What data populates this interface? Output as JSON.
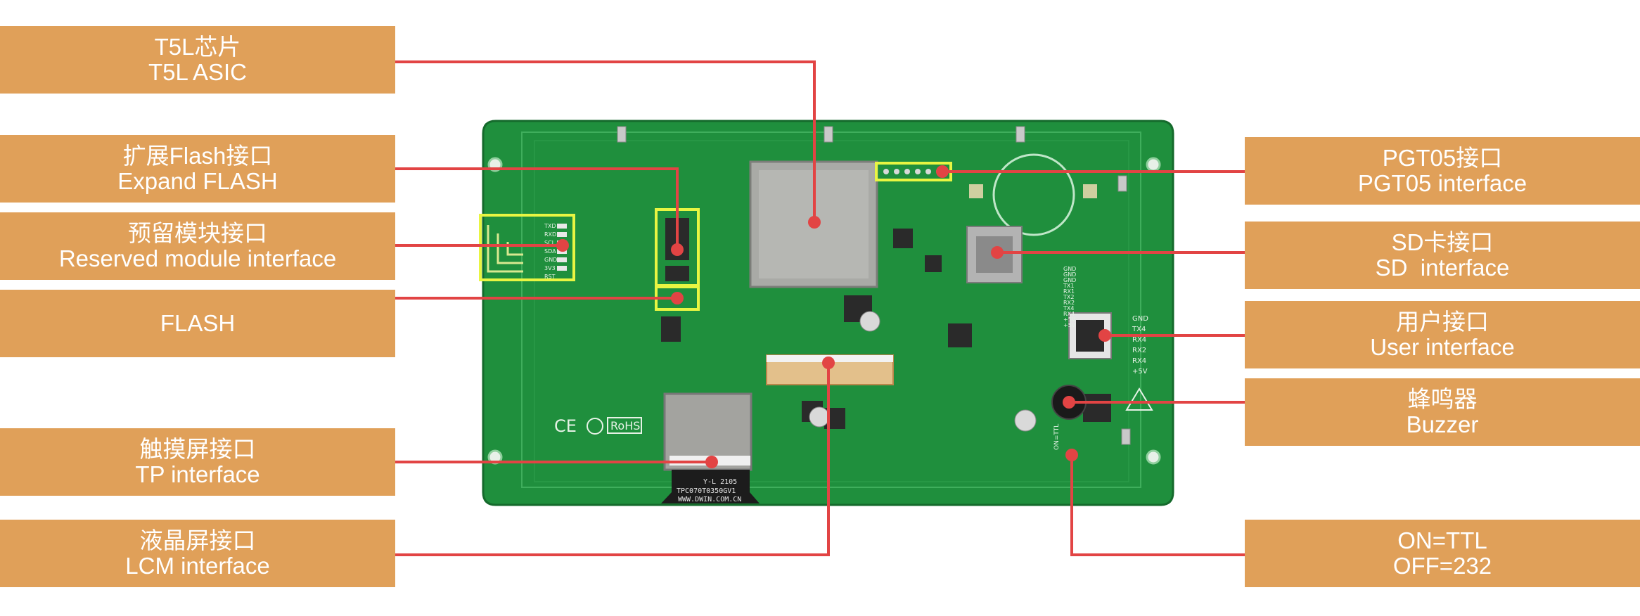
{
  "colors": {
    "label_bg": "#e0a059",
    "label_text": "#ffffff",
    "leader_line": "#e24444",
    "pcb_green": "#1f8f3d",
    "highlight": "#e8f542"
  },
  "labels": {
    "t5l": {
      "zh": "T5L芯片",
      "en": "T5L ASIC"
    },
    "expand_flash": {
      "zh": "扩展Flash接口",
      "en": "Expand FLASH"
    },
    "reserved": {
      "zh": "预留模块接口",
      "en": "Reserved module interface"
    },
    "flash": {
      "zh": "FLASH",
      "en": ""
    },
    "tp": {
      "zh": "触摸屏接口",
      "en": "TP interface"
    },
    "lcm": {
      "zh": "液晶屏接口",
      "en": "LCM interface"
    },
    "pgt05": {
      "zh": "PGT05接口",
      "en": "PGT05 interface"
    },
    "sd": {
      "zh": "SD卡接口",
      "en": "SD  interface"
    },
    "user": {
      "zh": "用户接口",
      "en": "User interface"
    },
    "buzzer": {
      "zh": "蜂鸣器",
      "en": "Buzzer"
    },
    "ttl": {
      "zh": "ON=TTL",
      "en": "OFF=232"
    }
  },
  "board_text": {
    "ce_mark": "CE",
    "rohs": "RoHS",
    "flex_line1": "Y-L  2105",
    "flex_line2": "TPC070T0350GV1",
    "flex_line3": "WWW.DWIN.COM.CN",
    "module_pins": [
      "TXD",
      "RXD",
      "SCL",
      "SDA",
      "GND",
      "3V3",
      "RST"
    ],
    "user_pins": [
      "GND",
      "TX4",
      "RX4",
      "RX2",
      "RX4",
      "+5V"
    ],
    "user_side_pins": [
      "GND",
      "GND",
      "GND",
      "TX1",
      "RX1",
      "TX2",
      "RX2",
      "TX4",
      "RX4",
      "+5V",
      "+5V"
    ],
    "switch_text": "ON=TTL"
  }
}
